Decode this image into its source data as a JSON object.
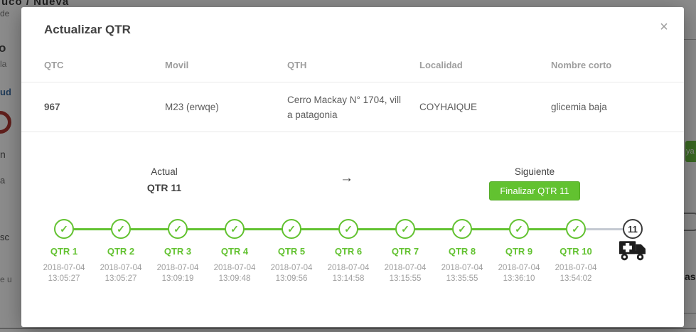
{
  "backdrop": {
    "breadcrumb_fragment": "uco / Nueva",
    "fragments": {
      "f1": "de",
      "f2": "o",
      "f3": "la",
      "f4": "ud",
      "f5": "n",
      "f6": "a",
      "f7": "sc",
      "f8": "e u",
      "right_badge": "ya",
      "right_text": "as"
    }
  },
  "icons": {
    "close": "×",
    "arrow": "→",
    "check": "✓"
  },
  "modal": {
    "title": "Actualizar QTR",
    "table": {
      "headers": {
        "qtc": "QTC",
        "movil": "Movil",
        "qth": "QTH",
        "localidad": "Localidad",
        "nombre_corto": "Nombre corto"
      },
      "row": {
        "qtc": "967",
        "movil": "M23 (erwqe)",
        "qth": "Cerro Mackay N° 1704, vill\na patagonia",
        "localidad": "COYHAIQUE",
        "nombre_corto": "glicemia baja"
      }
    },
    "transition": {
      "current_label": "Actual",
      "current_value": "QTR 11",
      "next_label": "Siguiente",
      "next_button": "Finalizar QTR 11"
    },
    "timeline": {
      "steps": [
        {
          "label": "QTR 1",
          "date": "2018-07-04",
          "time": "13:05:27"
        },
        {
          "label": "QTR 2",
          "date": "2018-07-04",
          "time": "13:05:27"
        },
        {
          "label": "QTR 3",
          "date": "2018-07-04",
          "time": "13:09:19"
        },
        {
          "label": "QTR 4",
          "date": "2018-07-04",
          "time": "13:09:48"
        },
        {
          "label": "QTR 5",
          "date": "2018-07-04",
          "time": "13:09:56"
        },
        {
          "label": "QTR 6",
          "date": "2018-07-04",
          "time": "13:14:58"
        },
        {
          "label": "QTR 7",
          "date": "2018-07-04",
          "time": "13:15:55"
        },
        {
          "label": "QTR 8",
          "date": "2018-07-04",
          "time": "13:35:55"
        },
        {
          "label": "QTR 9",
          "date": "2018-07-04",
          "time": "13:36:10"
        },
        {
          "label": "QTR 10",
          "date": "2018-07-04",
          "time": "13:54:02"
        }
      ],
      "pending_step": {
        "number": "11"
      }
    }
  },
  "colors": {
    "green": "#62c230",
    "pending_gray": "#c4c9d2",
    "header_gray": "#9e9e9e"
  }
}
